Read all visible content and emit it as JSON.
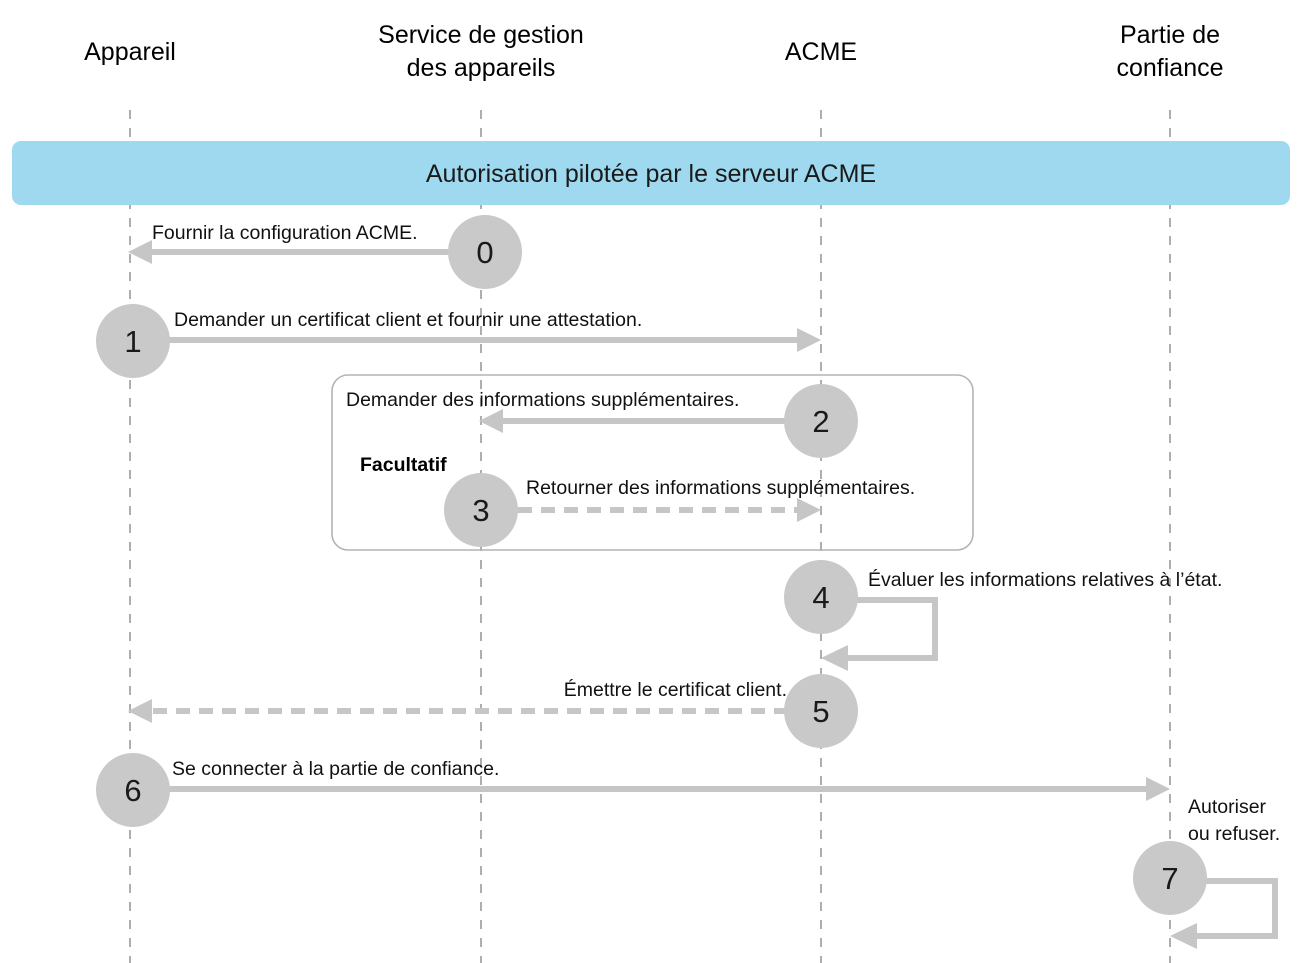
{
  "diagram": {
    "title": "Autorisation pilotée par le serveur ACME",
    "type": "sequence-diagram",
    "colors": {
      "banner": "#9ed9ef",
      "badge": "#c9c9c9",
      "flow": "#c6c6c6",
      "lifeline": "#9a9a9a",
      "frame_border": "#b4b4b4",
      "text": "#000000"
    },
    "actors": [
      {
        "id": "device",
        "label_line1": "Appareil",
        "label_line2": ""
      },
      {
        "id": "mdm",
        "label_line1": "Service de gestion",
        "label_line2": "des appareils"
      },
      {
        "id": "acme",
        "label_line1": "ACME",
        "label_line2": ""
      },
      {
        "id": "relying-party",
        "label_line1": "Partie de",
        "label_line2": "confiance"
      }
    ],
    "banner": {
      "label": "Autorisation pilotée par le serveur ACME"
    },
    "optional_frame": {
      "label": "Facultatif"
    },
    "steps": [
      {
        "number": "0",
        "label": "Fournir la configuration ACME.",
        "style": "solid",
        "direction": "left"
      },
      {
        "number": "1",
        "label": "Demander un certificat client et fournir une attestation.",
        "style": "solid",
        "direction": "right"
      },
      {
        "number": "2",
        "label": "Demander des informations supplémentaires.",
        "style": "solid",
        "direction": "left"
      },
      {
        "number": "3",
        "label": "Retourner des informations supplémentaires.",
        "style": "dashed",
        "direction": "right"
      },
      {
        "number": "4",
        "label": "Évaluer les informations relatives à l’état.",
        "style": "solid",
        "direction": "self"
      },
      {
        "number": "5",
        "label": "Émettre le certificat client.",
        "style": "dashed",
        "direction": "left"
      },
      {
        "number": "6",
        "label": "Se connecter à la partie de confiance.",
        "style": "solid",
        "direction": "right"
      },
      {
        "number": "7",
        "label_line1": "Autoriser",
        "label_line2": "ou refuser.",
        "style": "solid",
        "direction": "self"
      }
    ]
  }
}
